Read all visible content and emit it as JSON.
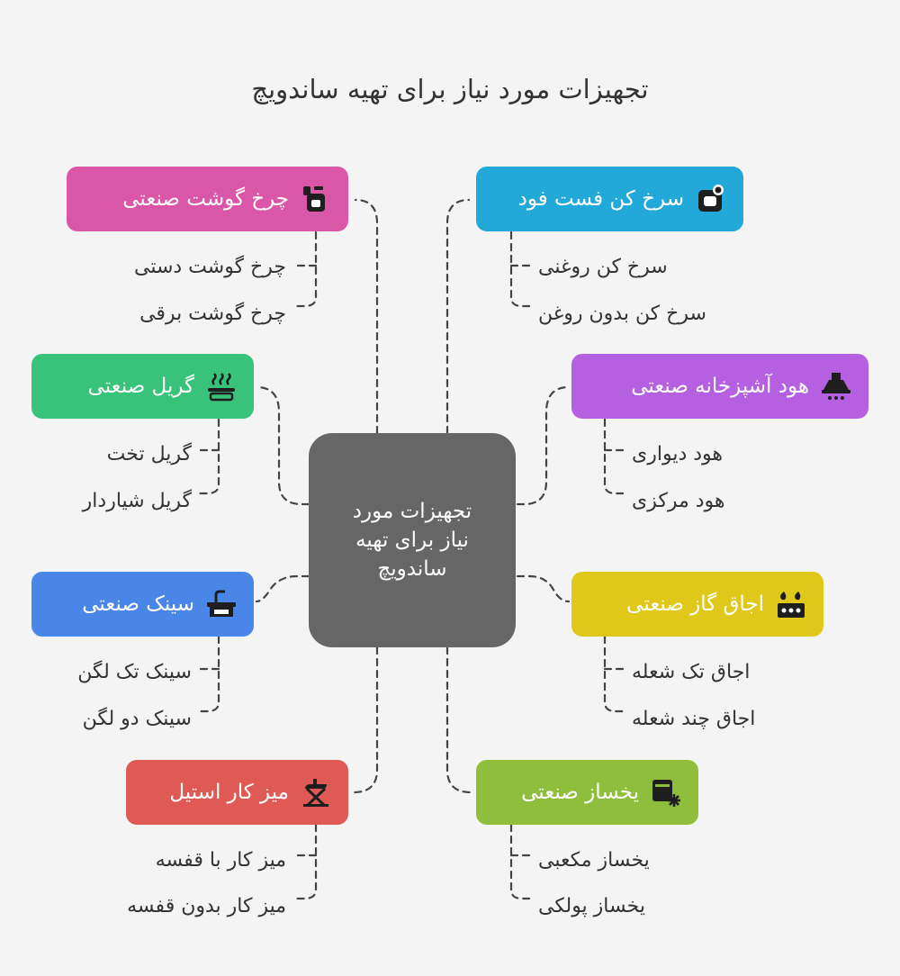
{
  "title": "تجهیزات مورد نیاز برای تهیه ساندویچ",
  "center": "تجهیزات مورد نیاز برای تهیه ساندویچ",
  "categories": [
    {
      "label": "چرخ گوشت صنعتی",
      "icon": "meat-grinder-icon",
      "color": "#d957a6",
      "subs": [
        "چرخ گوشت دستی",
        "چرخ گوشت برقی"
      ]
    },
    {
      "label": "سرخ کن فست فود",
      "icon": "fryer-icon",
      "color": "#22a8d9",
      "subs": [
        "سرخ کن روغنی",
        "سرخ کن بدون روغن"
      ]
    },
    {
      "label": "گریل صنعتی",
      "icon": "grill-icon",
      "color": "#39c27a",
      "subs": [
        "گریل تخت",
        "گریل شیاردار"
      ]
    },
    {
      "label": "هود آشپزخانه صنعتی",
      "icon": "hood-icon",
      "color": "#b460e0",
      "subs": [
        "هود دیواری",
        "هود مرکزی"
      ]
    },
    {
      "label": "سینک صنعتی",
      "icon": "sink-icon",
      "color": "#4a86e8",
      "subs": [
        "سینک تک لگن",
        "سینک دو لگن"
      ]
    },
    {
      "label": "اجاق گاز صنعتی",
      "icon": "stove-icon",
      "color": "#e0c81a",
      "subs": [
        "اجاق تک شعله",
        "اجاق چند شعله"
      ]
    },
    {
      "label": "میز کار استیل",
      "icon": "worktable-icon",
      "color": "#e05a55",
      "subs": [
        "میز کار با قفسه",
        "میز کار بدون قفسه"
      ]
    },
    {
      "label": "یخساز صنعتی",
      "icon": "ice-maker-icon",
      "color": "#8fbd3c",
      "subs": [
        "یخساز مکعبی",
        "یخساز پولکی"
      ]
    }
  ]
}
